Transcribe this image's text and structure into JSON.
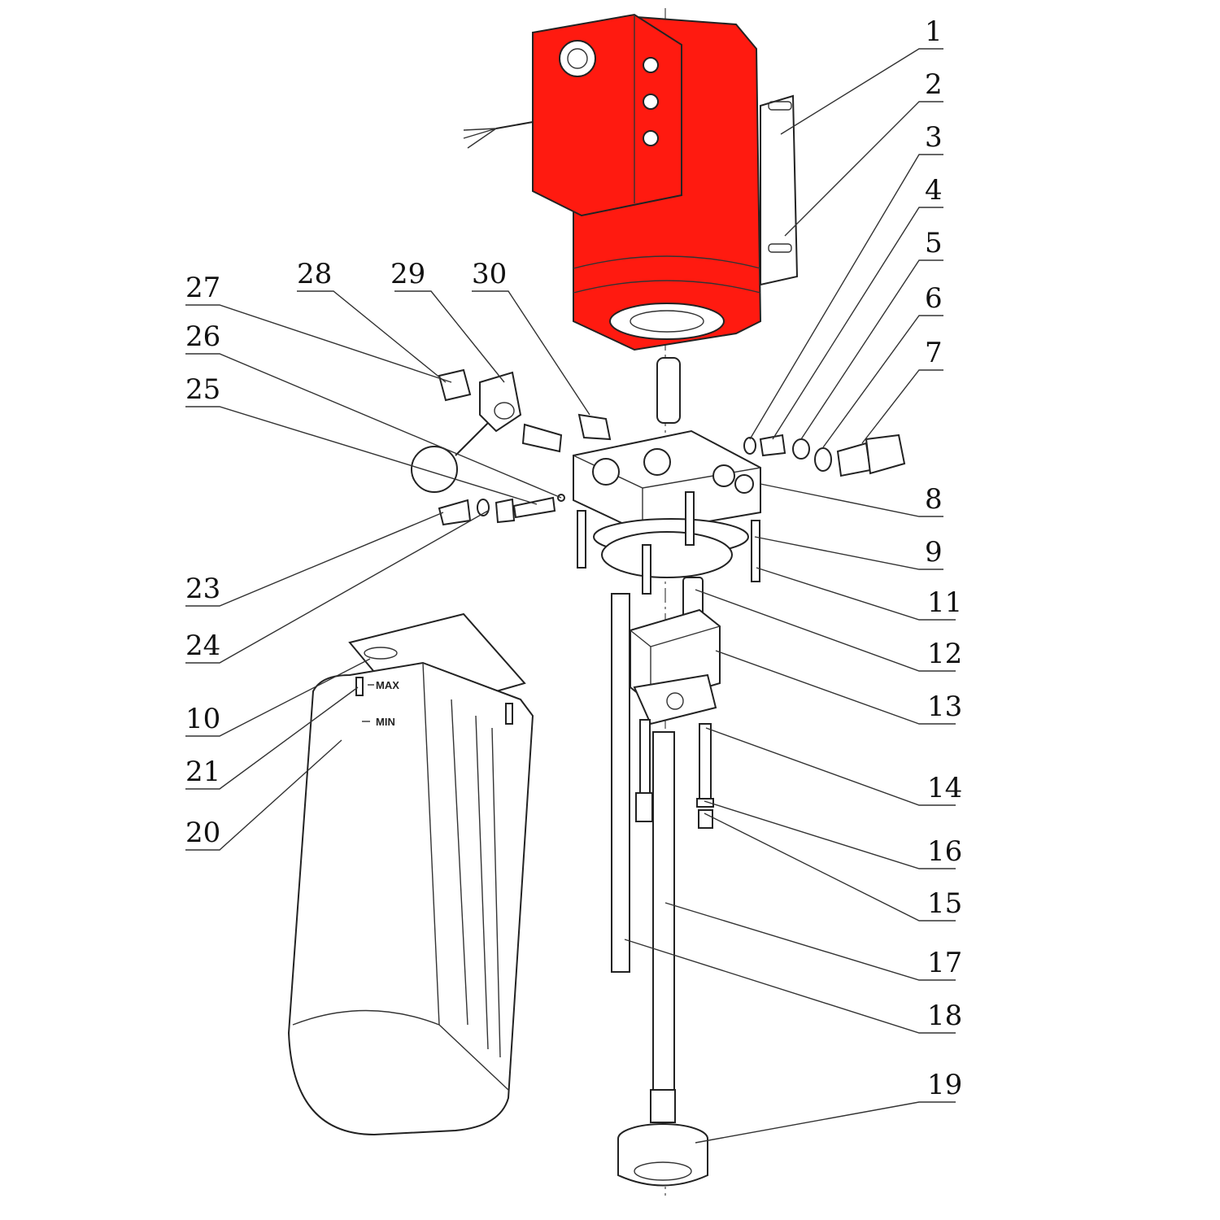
{
  "diagram": {
    "callouts": [
      {
        "id": "1",
        "label": "1"
      },
      {
        "id": "2",
        "label": "2"
      },
      {
        "id": "3",
        "label": "3"
      },
      {
        "id": "4",
        "label": "4"
      },
      {
        "id": "5",
        "label": "5"
      },
      {
        "id": "6",
        "label": "6"
      },
      {
        "id": "7",
        "label": "7"
      },
      {
        "id": "8",
        "label": "8"
      },
      {
        "id": "9",
        "label": "9"
      },
      {
        "id": "10",
        "label": "10"
      },
      {
        "id": "11",
        "label": "11"
      },
      {
        "id": "12",
        "label": "12"
      },
      {
        "id": "13",
        "label": "13"
      },
      {
        "id": "14",
        "label": "14"
      },
      {
        "id": "15",
        "label": "15"
      },
      {
        "id": "16",
        "label": "16"
      },
      {
        "id": "17",
        "label": "17"
      },
      {
        "id": "18",
        "label": "18"
      },
      {
        "id": "19",
        "label": "19"
      },
      {
        "id": "20",
        "label": "20"
      },
      {
        "id": "21",
        "label": "21"
      },
      {
        "id": "23",
        "label": "23"
      },
      {
        "id": "24",
        "label": "24"
      },
      {
        "id": "25",
        "label": "25"
      },
      {
        "id": "26",
        "label": "26"
      },
      {
        "id": "27",
        "label": "27"
      },
      {
        "id": "28",
        "label": "28"
      },
      {
        "id": "29",
        "label": "29"
      },
      {
        "id": "30",
        "label": "30"
      }
    ],
    "tank_marks": {
      "max": "MAX",
      "min": "MIN"
    },
    "colors": {
      "motor": "#ff1a10",
      "line": "#222222",
      "background": "#ffffff"
    }
  }
}
